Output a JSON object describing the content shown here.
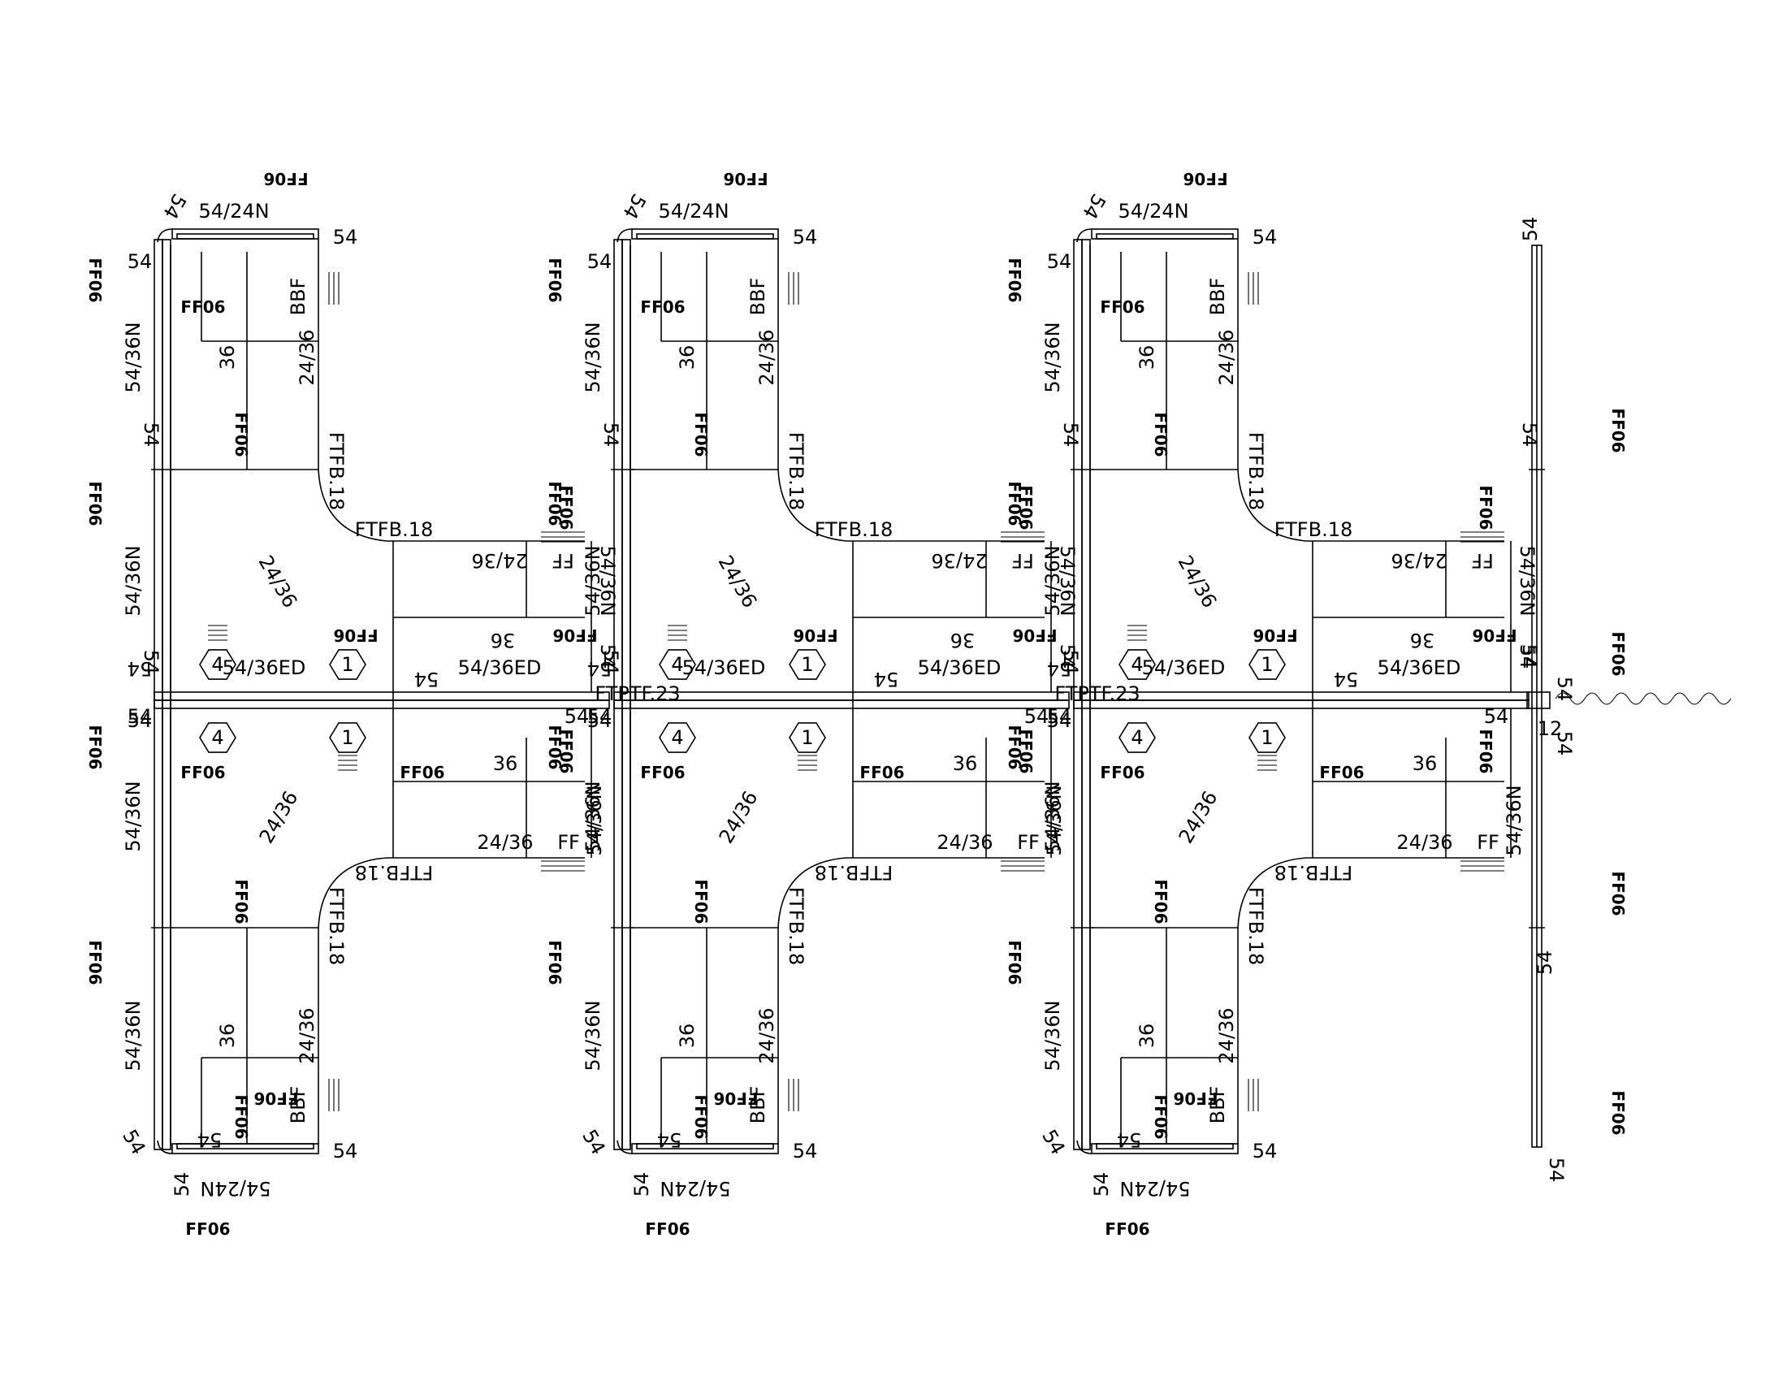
{
  "labels": {
    "panel_2454_n": "54/24N",
    "panel_5436_n": "54/36N",
    "panel_5436_ed": "54/36ED",
    "height_54": "54",
    "work_2436": "24/36",
    "depth_36": "36",
    "bbf": "BBF",
    "ff": "FF",
    "ftfb18": "FTFB.18",
    "ftptf23": "FTPTF.23",
    "ff_tag": "FF06",
    "outlet_4": "4",
    "outlet_1": "1",
    "num_12": "12"
  },
  "legend": {
    "stations": 3,
    "workstations_per_station": 4,
    "note": ""
  }
}
